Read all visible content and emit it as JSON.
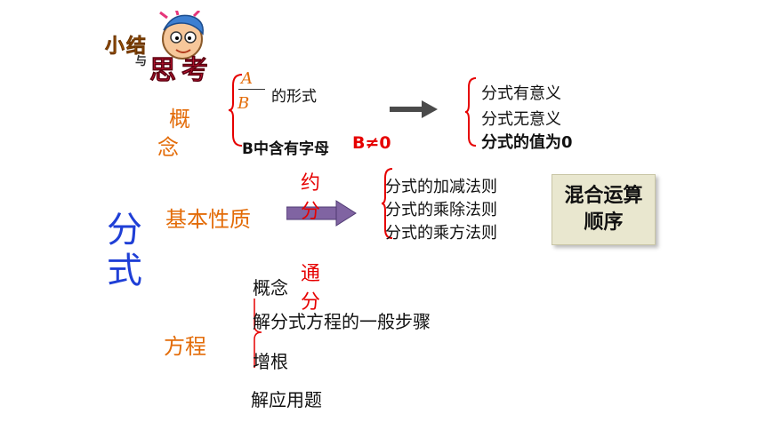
{
  "logo": {
    "char1": "小",
    "char2": "结",
    "char3": "与",
    "char4": "思",
    "char5": "考"
  },
  "concept": {
    "label_top": "概",
    "label_bottom": "念",
    "numerator": "A",
    "denominator": "B",
    "form_text": "的形式",
    "condition_text": "B中含有字母",
    "condition_value": "B≠0",
    "results": [
      "分式有意义",
      "分式无意义",
      "分式的值为0"
    ]
  },
  "main_title_top": "分",
  "main_title_bottom": "式",
  "property": {
    "label": "基本性质",
    "reduce_top": "约",
    "reduce_bottom": "分",
    "common_top": "通",
    "common_bottom": "分",
    "rules": [
      "分式的加减法则",
      "分式的乘除法则",
      "分式的乘方法则"
    ],
    "mix_box": "混合运算顺序"
  },
  "equation": {
    "label": "方程",
    "items": [
      "概念",
      "解分式方程的一般步骤",
      "增根",
      "解应用题"
    ]
  },
  "colors": {
    "orange": "#e36c09",
    "red": "#e60000",
    "blue": "#1f3fd6",
    "arrow_purple": "#8064a2",
    "arrow_dark": "#4a4a4a"
  }
}
